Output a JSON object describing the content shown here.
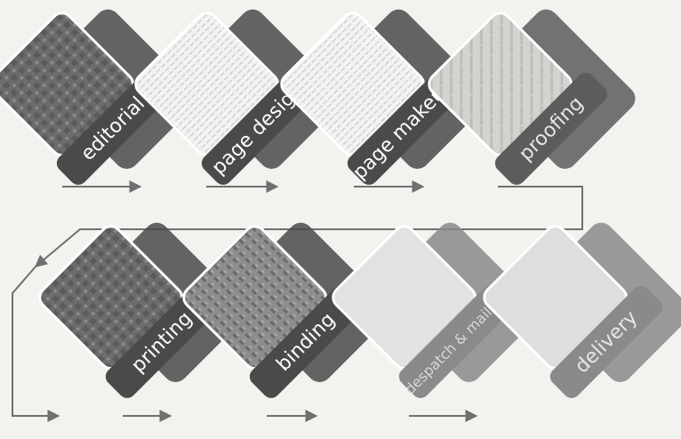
{
  "steps": [
    {
      "id": "editorial",
      "label": "editorial"
    },
    {
      "id": "page-design",
      "label": "page design"
    },
    {
      "id": "page-makeup",
      "label": "page makeup"
    },
    {
      "id": "proofing",
      "label": "proofing"
    },
    {
      "id": "printing",
      "label": "printing"
    },
    {
      "id": "binding",
      "label": "binding"
    },
    {
      "id": "despatch-mailing",
      "label": "despatch & mailing"
    },
    {
      "id": "delivery",
      "label": "delivery"
    }
  ],
  "colors": {
    "background": "#f2f2ef",
    "tab_dark": "#4a4a4a",
    "tab_mid": "#5c5c5c",
    "tab_faded": "#8a8a8a",
    "arrow": "#6f6f6f"
  }
}
